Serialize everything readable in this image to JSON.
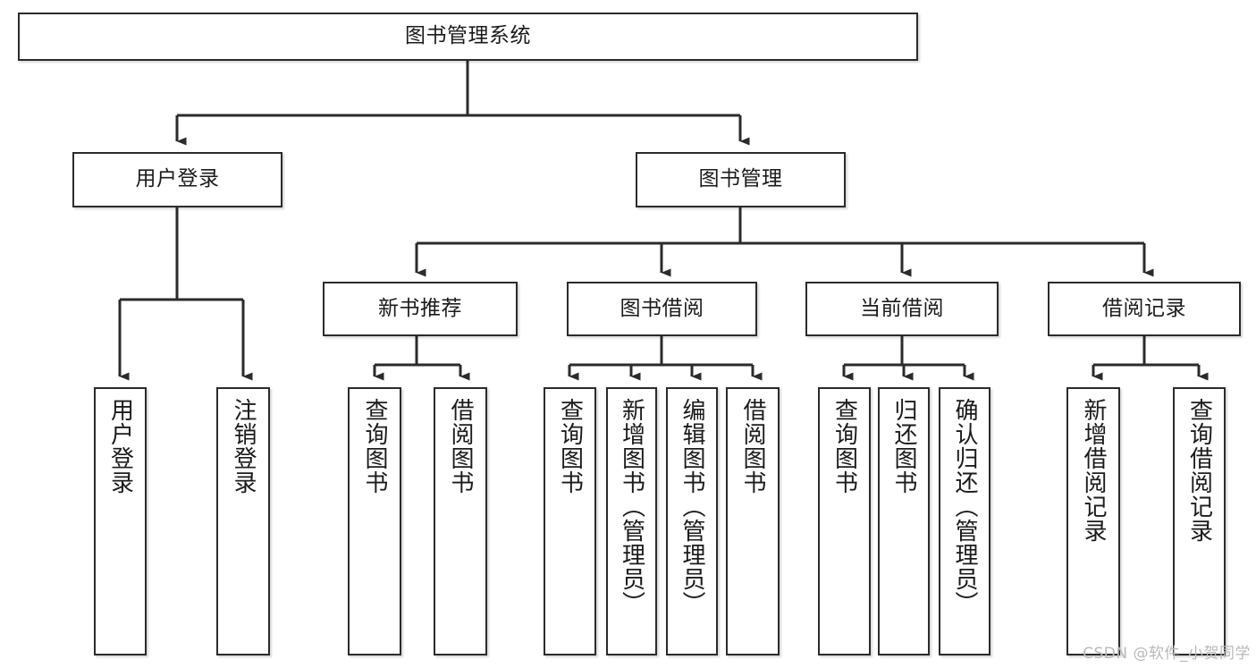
{
  "diagram": {
    "title": "图书管理系统",
    "type": "tree",
    "orientation": "top-down",
    "style": {
      "box_fill": "#ffffff",
      "box_stroke": "#2b2b2b",
      "edge_color": "#2b2b2b",
      "text_color": "#1b1b1b",
      "background": "#ffffff"
    },
    "watermark": "CSDN @软件_小贺同学",
    "nodes": {
      "root": {
        "label": "图书管理系统",
        "level": 0
      },
      "user_login": {
        "label": "用户登录",
        "level": 1
      },
      "book_manage": {
        "label": "图书管理",
        "level": 1
      },
      "new_book_rec": {
        "label": "新书推荐",
        "level": 2
      },
      "book_borrow": {
        "label": "图书借阅",
        "level": 2
      },
      "current_borrow": {
        "label": "当前借阅",
        "level": 2
      },
      "borrow_record": {
        "label": "借阅记录",
        "level": 2
      },
      "leaf_user_login": {
        "label": "用户登录",
        "level": 3,
        "parent": "用户登录"
      },
      "leaf_logout": {
        "label": "注销登录",
        "level": 3,
        "parent": "用户登录"
      },
      "leaf_query_book_1": {
        "label": "查询图书",
        "level": 3,
        "parent": "新书推荐"
      },
      "leaf_borrow_book_1": {
        "label": "借阅图书",
        "level": 3,
        "parent": "新书推荐"
      },
      "leaf_query_book_2": {
        "label": "查询图书",
        "level": 3,
        "parent": "图书借阅"
      },
      "leaf_add_book": {
        "label": "新增图书（管理员）",
        "level": 3,
        "parent": "图书借阅"
      },
      "leaf_edit_book": {
        "label": "编辑图书（管理员）",
        "level": 3,
        "parent": "图书借阅"
      },
      "leaf_borrow_book_2": {
        "label": "借阅图书",
        "level": 3,
        "parent": "图书借阅"
      },
      "leaf_query_book_3": {
        "label": "查询图书",
        "level": 3,
        "parent": "当前借阅"
      },
      "leaf_return_book": {
        "label": "归还图书",
        "level": 3,
        "parent": "当前借阅"
      },
      "leaf_confirm_return": {
        "label": "确认归还（管理员）",
        "level": 3,
        "parent": "当前借阅"
      },
      "leaf_add_record": {
        "label": "新增借阅记录",
        "level": 3,
        "parent": "借阅记录"
      },
      "leaf_query_record": {
        "label": "查询借阅记录",
        "level": 3,
        "parent": "借阅记录"
      }
    },
    "edges": [
      {
        "from": "图书管理系统",
        "to": "用户登录"
      },
      {
        "from": "图书管理系统",
        "to": "图书管理"
      },
      {
        "from": "用户登录",
        "to": "用户登录"
      },
      {
        "from": "用户登录",
        "to": "注销登录"
      },
      {
        "from": "图书管理",
        "to": "新书推荐"
      },
      {
        "from": "图书管理",
        "to": "图书借阅"
      },
      {
        "from": "图书管理",
        "to": "当前借阅"
      },
      {
        "from": "图书管理",
        "to": "借阅记录"
      },
      {
        "from": "新书推荐",
        "to": "查询图书"
      },
      {
        "from": "新书推荐",
        "to": "借阅图书"
      },
      {
        "from": "图书借阅",
        "to": "查询图书"
      },
      {
        "from": "图书借阅",
        "to": "新增图书（管理员）"
      },
      {
        "from": "图书借阅",
        "to": "编辑图书（管理员）"
      },
      {
        "from": "图书借阅",
        "to": "借阅图书"
      },
      {
        "from": "当前借阅",
        "to": "查询图书"
      },
      {
        "from": "当前借阅",
        "to": "归还图书"
      },
      {
        "from": "当前借阅",
        "to": "确认归还（管理员）"
      },
      {
        "from": "借阅记录",
        "to": "新增借阅记录"
      },
      {
        "from": "借阅记录",
        "to": "查询借阅记录"
      }
    ]
  }
}
